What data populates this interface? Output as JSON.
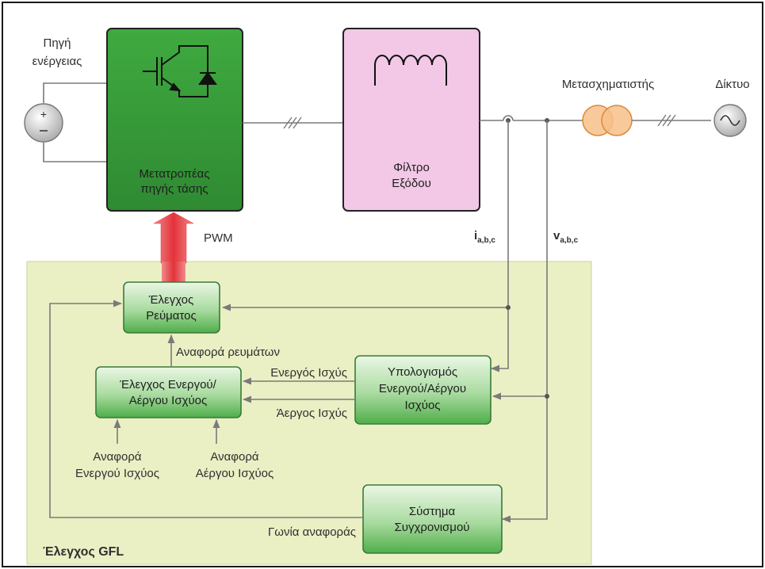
{
  "labels": {
    "energy_source_line1": "Πηγή",
    "energy_source_line2": "ενέργειας",
    "transformer": "Μετασχηματιστής",
    "grid": "Δίκτυο",
    "pwm": "PWM",
    "current_sense_main": "i",
    "current_sense_sub": "a,b,c",
    "voltage_sense_main": "v",
    "voltage_sense_sub": "a,b,c",
    "current_references": "Αναφορά ρευμάτων",
    "active_power": "Ενεργός Ισχύς",
    "reactive_power": "Άεργος Ισχύς",
    "active_power_ref_line1": "Αναφορά",
    "active_power_ref_line2": "Ενεργού Ισχύος",
    "reactive_power_ref_line1": "Αναφορά",
    "reactive_power_ref_line2": "Αέργου Ισχύος",
    "reference_angle": "Γωνία αναφοράς",
    "control_region_title": "Έλεγχος GFL"
  },
  "blocks": {
    "converter_line1": "Μετατροπέας",
    "converter_line2": "πηγής τάσης",
    "filter_line1": "Φίλτρο",
    "filter_line2": "Εξόδου",
    "current_control_line1": "Έλεγχος",
    "current_control_line2": "Ρεύματος",
    "power_control_line1": "Έλεγχος Ενεργού/",
    "power_control_line2": "Αέργου Ισχύος",
    "power_calc_line1": "Υπολογισμός",
    "power_calc_line2": "Ενεργού/Αέργου",
    "power_calc_line3": "Ισχύος",
    "sync_line1": "Σύστημα",
    "sync_line2": "Συγχρονισμού"
  },
  "icons": {
    "dc_source": "dc-voltage-source-icon",
    "igbt": "igbt-switch-icon",
    "inductor": "inductor-coil-icon",
    "transformer": "transformer-icon",
    "ac_source": "ac-grid-source-icon"
  },
  "colors": {
    "converter_fill": "#3a9e3a",
    "filter_fill": "#f2c8e6",
    "control_region_fill": "#eaf0c4",
    "control_block_fill": "#8fd08a",
    "transformer_fill": "#f7c08a",
    "pwm_arrow": "#e3323a"
  }
}
